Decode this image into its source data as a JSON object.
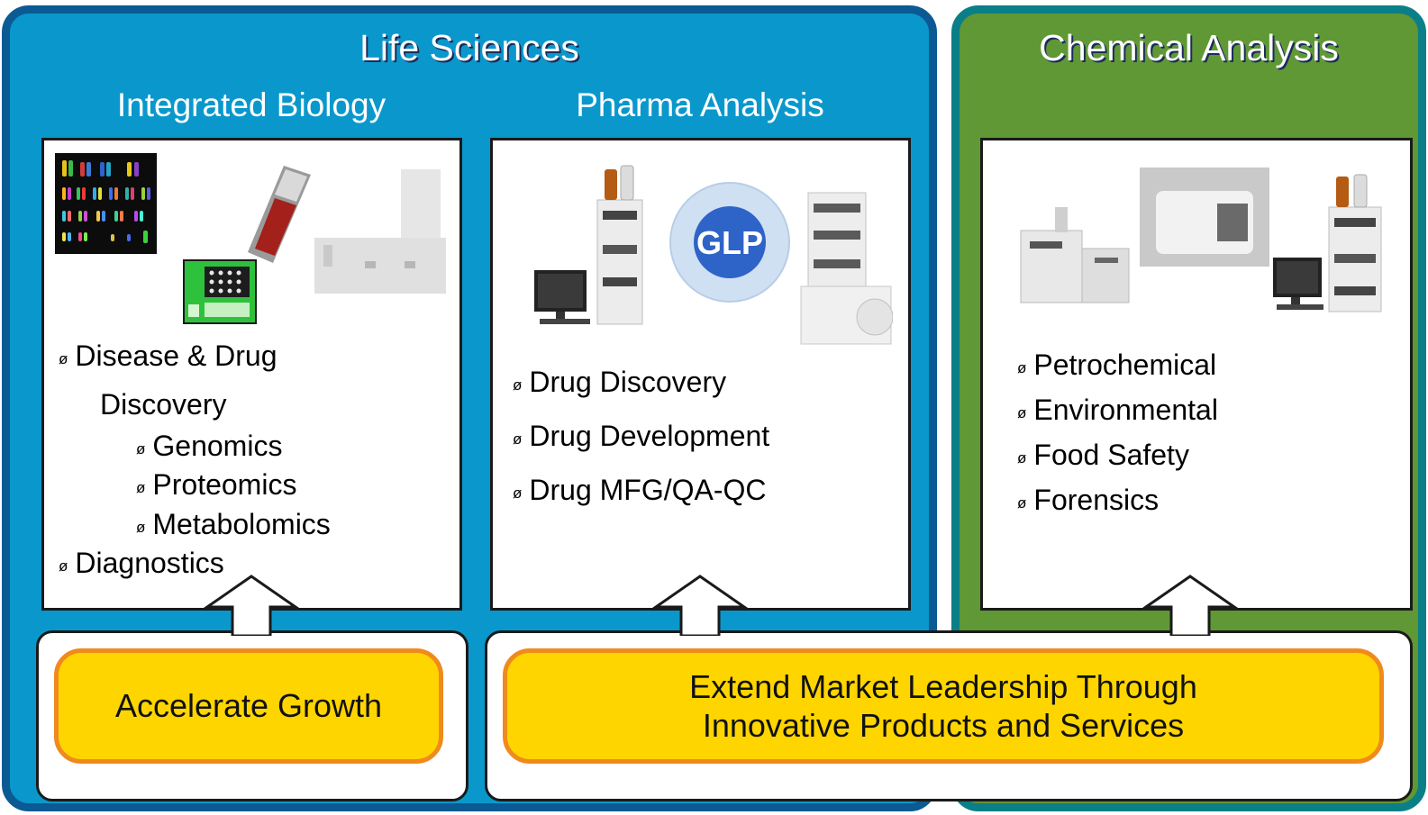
{
  "panels": {
    "life_sciences": {
      "title": "Life Sciences",
      "columns": [
        {
          "subtitle": "Integrated Biology",
          "items": [
            {
              "text": "Disease & Drug",
              "level": 1
            },
            {
              "text": "Discovery",
              "level": 1,
              "continuation": true
            },
            {
              "text": "Genomics",
              "level": 2
            },
            {
              "text": "Proteomics",
              "level": 2
            },
            {
              "text": "Metabolomics",
              "level": 2
            },
            {
              "text": "Diagnostics",
              "level": 1
            }
          ],
          "images": [
            "chromosome-karyotype-image",
            "microarray-slide-image",
            "lab-chip-image",
            "bioanalyzer-instrument-image"
          ]
        },
        {
          "subtitle": "Pharma Analysis",
          "items": [
            {
              "text": "Drug Discovery",
              "level": 1
            },
            {
              "text": "Drug Development",
              "level": 1
            },
            {
              "text": "Drug MFG/QA-QC",
              "level": 1
            }
          ],
          "images": [
            "hplc-workstation-image",
            "glp-seal-image",
            "lc-ms-instrument-image"
          ],
          "seal_text": "GLP"
        }
      ]
    },
    "chemical_analysis": {
      "title": "Chemical Analysis",
      "items": [
        {
          "text": "Petrochemical",
          "level": 1
        },
        {
          "text": "Environmental",
          "level": 1
        },
        {
          "text": "Food Safety",
          "level": 1
        },
        {
          "text": "Forensics",
          "level": 1
        }
      ],
      "images": [
        "gc-ms-instrument-image",
        "mass-spectrometer-image",
        "lc-workstation-image"
      ]
    }
  },
  "bullet_glyph": "ø",
  "goals": {
    "left": "Accelerate Growth",
    "right_line1": "Extend Market Leadership Through",
    "right_line2": "Innovative Products and Services"
  },
  "colors": {
    "life_panel": "#0a98cc",
    "life_border": "#0c5a93",
    "chem_panel": "#5f9835",
    "chem_border": "#0b7f87",
    "goal_fill": "#ffd500",
    "goal_border": "#f08a1c"
  }
}
